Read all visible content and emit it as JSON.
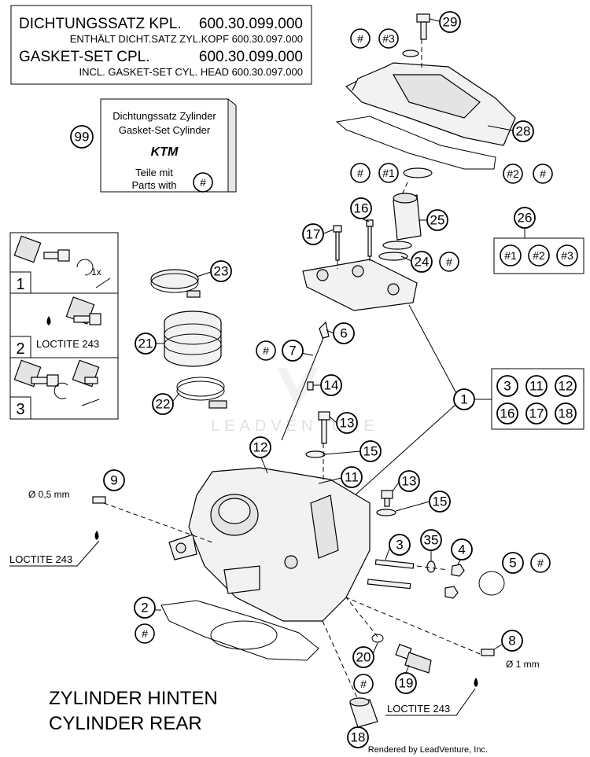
{
  "header_box": {
    "line1_label": "DICHTUNGSSATZ KPL.",
    "line1_number": "600.30.099.000",
    "line2": "ENTHÄLT DICHT.SATZ ZYL.KOPF 600.30.097.000",
    "line3_label": "GASKET-SET CPL.",
    "line3_number": "600.30.099.000",
    "line4": "INCL. GASKET-SET CYL. HEAD 600.30.097.000"
  },
  "gasket_card": {
    "callout": "99",
    "line1": "Dichtungssatz Zylinder",
    "line2": "Gasket-Set Cylinder",
    "logo": "KTM",
    "line3": "Teile mit",
    "line4": "Parts with",
    "hash": "#"
  },
  "steps": {
    "step1_number": "1",
    "step1_note": "1x",
    "step2_number": "2",
    "step2_note": "LOCTITE 243",
    "step3_number": "3"
  },
  "group_26": {
    "callout": "26",
    "items": [
      "#1",
      "#2",
      "#3"
    ]
  },
  "group_1": {
    "callout": "1",
    "items": [
      "3",
      "11",
      "12",
      "16",
      "17",
      "18"
    ]
  },
  "callouts": {
    "c29": "29",
    "c28": "28",
    "c25": "25",
    "c24": "24",
    "c23": "23",
    "c21": "21",
    "c22": "22",
    "c17": "17",
    "c16": "16",
    "c6": "6",
    "c7": "7",
    "c14": "14",
    "c13a": "13",
    "c13b": "13",
    "c15a": "15",
    "c15b": "15",
    "c12": "12",
    "c11": "11",
    "c9": "9",
    "c3": "3",
    "c35": "35",
    "c4": "4",
    "c5": "5",
    "c2": "2",
    "c8": "8",
    "c20": "20",
    "c19": "19",
    "c18": "18"
  },
  "hash_tags": {
    "h29a": "#",
    "h29b": "#3",
    "h28a": "#1",
    "h28b": "#",
    "h28c": "#2",
    "h28d": "#",
    "h24": "#",
    "h7": "#",
    "h5": "#",
    "h2": "#",
    "h20": "#"
  },
  "notes": {
    "diam_left": "Ø 0,5 mm",
    "loctite_left": "LOCTITE 243",
    "diam_right": "Ø 1 mm",
    "loctite_right": "LOCTITE 243"
  },
  "title": {
    "line1": "ZYLINDER HINTEN",
    "line2": "CYLINDER REAR"
  },
  "watermark": "LEADVENTURE",
  "footer": "Rendered by LeadVenture, Inc."
}
